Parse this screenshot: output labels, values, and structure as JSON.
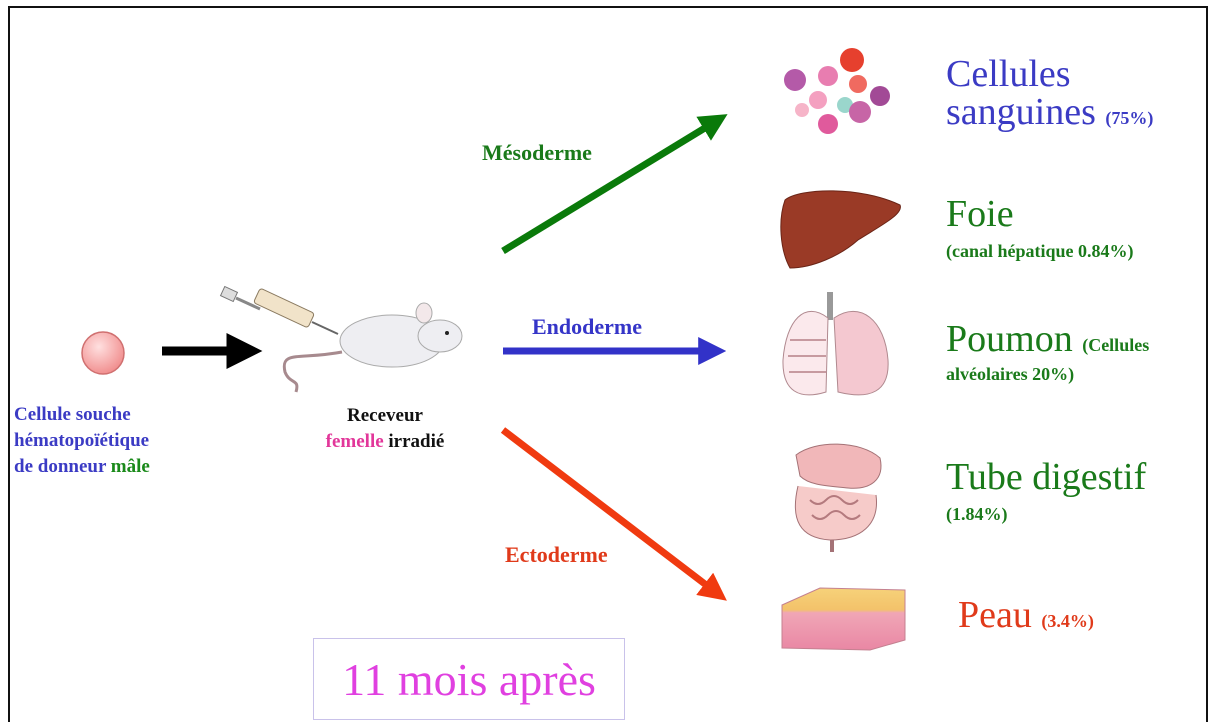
{
  "stem_cell": {
    "line1": "Cellule souche",
    "line2": "hématopoïétique",
    "line3a": "de donneur ",
    "line3b": "mâle"
  },
  "recipient": {
    "line1": "Receveur",
    "line2a": "femelle",
    "line2b": " irradié"
  },
  "pathways": {
    "mesoderm": "Mésoderme",
    "endoderm": "Endoderme",
    "ectoderm": "Ectoderme"
  },
  "outcomes": {
    "blood": {
      "line1": "Cellules",
      "line2": "sanguines ",
      "pct": "(75%)"
    },
    "liver": {
      "name": "Foie",
      "detail": "(canal hépatique 0.84%)"
    },
    "lung": {
      "name": "Poumon ",
      "detail_a": "(Cellules",
      "detail_b": "alvéolaires 20%)"
    },
    "gut": {
      "name": "Tube digestif",
      "detail": "(1.84%)"
    },
    "skin": {
      "name": "Peau ",
      "pct": "(3.4%)"
    }
  },
  "timing": "11 mois après",
  "colors": {
    "mesoderm": "#0a7a0a",
    "endoderm": "#3232c8",
    "ectoderm": "#f03a10",
    "timing": "#e040e0"
  }
}
